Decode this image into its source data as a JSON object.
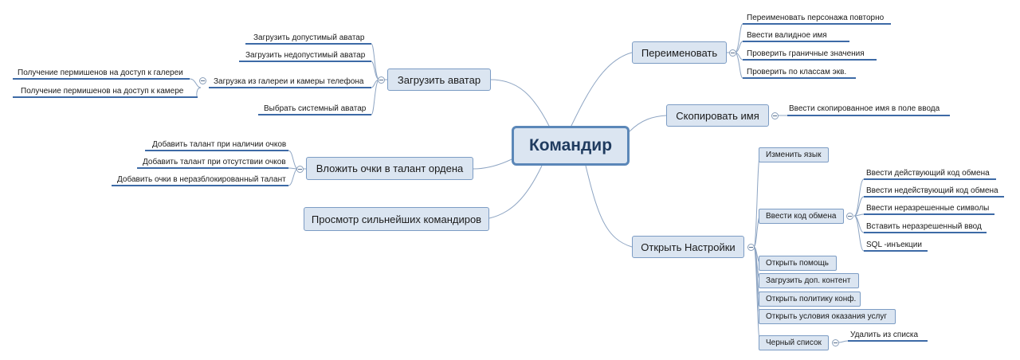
{
  "central": "Командир",
  "rename": {
    "label": "Переименовать",
    "children": [
      "Переименовать персонажа повторно",
      "Ввести валидное имя",
      "Проверить граничные значения",
      "Проверить по классам экв."
    ]
  },
  "copy": {
    "label": "Скопировать имя",
    "children": [
      "Ввести скопированное имя в поле ввода"
    ]
  },
  "settings": {
    "label": "Открыть Настройки",
    "change_lang": "Изменить язык",
    "exchange": {
      "label": "Ввести код обмена",
      "children": [
        "Ввести действующий код обмена",
        "Ввести недействующий код обмена",
        "Ввести неразрешенные символы",
        "Вставить неразрешенный ввод",
        "SQL -инъекции"
      ]
    },
    "help": "Открыть помощь",
    "dlc": "Загрузить доп. контент",
    "privacy": "Открыть политику конф.",
    "terms": "Открыть условия оказания услуг",
    "blacklist": {
      "label": "Черный список",
      "children": [
        "Удалить из списка"
      ]
    }
  },
  "avatar": {
    "label": "Загрузить аватар",
    "valid": "Загрузить допустимый аватар",
    "invalid": "Загрузить недопустимый аватар",
    "gallery": {
      "label": "Загрузка из галереи и камеры телефона",
      "children": [
        "Получение пермишенов на доступ к галереи",
        "Получение пермишенов на доступ к камере"
      ]
    },
    "system": "Выбрать системный аватар"
  },
  "talent": {
    "label": "Вложить очки в талант ордена",
    "children": [
      "Добавить талант при наличии очков",
      "Добавить талант при отсутствии очков",
      "Добавить очки в неразблокированный талант"
    ]
  },
  "view": {
    "label": "Просмотр сильнейших командиров"
  }
}
